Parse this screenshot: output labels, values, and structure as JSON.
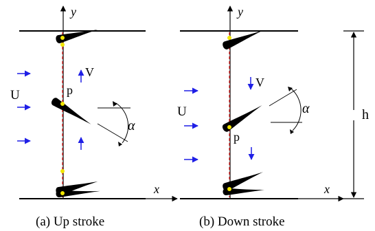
{
  "panel_a": {
    "caption": "(a) Up stroke",
    "y_axis_label": "y",
    "x_axis_label": "x",
    "freestream_label": "U",
    "velocity_label": "V",
    "pivot_label": "p",
    "angle_label": "α"
  },
  "panel_b": {
    "caption": "(b) Down stroke",
    "y_axis_label": "y",
    "x_axis_label": "x",
    "freestream_label": "U",
    "velocity_label": "V",
    "pivot_label": "p",
    "angle_label": "α"
  },
  "spacing_label": "h",
  "colors": {
    "arrow_blue": "#1f1fe6",
    "centerline_red": "#e02020",
    "pivot_yellow": "#f2e600",
    "foil_black": "#000000"
  }
}
